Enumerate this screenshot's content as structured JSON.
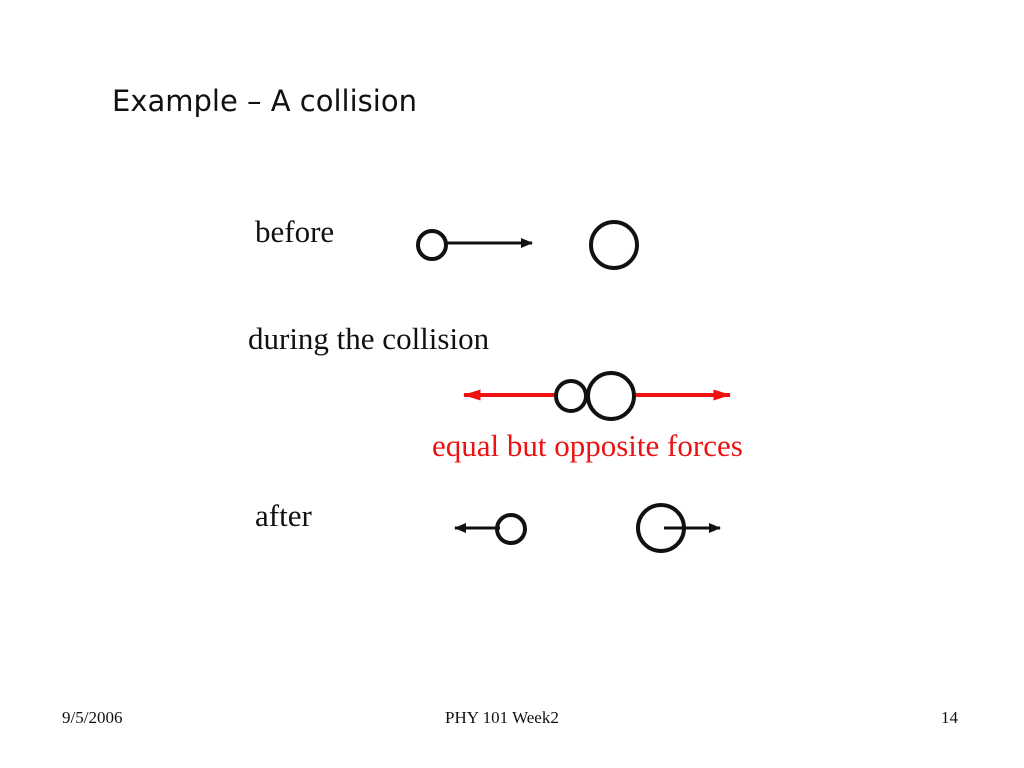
{
  "slide": {
    "title": "Example – A collision"
  },
  "diagram": {
    "stages": {
      "before": "before",
      "during": "during the collision",
      "after": "after"
    },
    "force_caption": "equal but opposite forces",
    "colors": {
      "ink": "#111111",
      "force": "#ee1111"
    }
  },
  "footer": {
    "date": "9/5/2006",
    "course": "PHY 101 Week2",
    "page": "14"
  }
}
